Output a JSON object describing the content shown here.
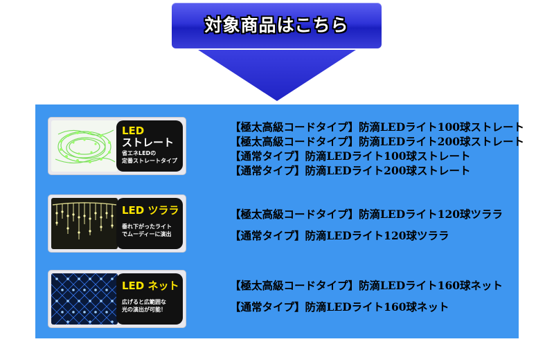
{
  "header": {
    "title": "対象商品はこちら"
  },
  "groups": [
    {
      "thumb": {
        "title_led": "LED",
        "title_rest": "ストレート",
        "subtitle_line1": "省エネLEDの",
        "subtitle_line2": "定番ストレートタイプ",
        "photo": "green-straight-led-coil"
      },
      "links": [
        "【極太高級コードタイプ】防滴LEDライト100球ストレート",
        "【極太高級コードタイプ】防滴LEDライト200球ストレート",
        "【通常タイプ】防滴LEDライト100球ストレート",
        "【通常タイプ】防滴LEDライト200球ストレート"
      ]
    },
    {
      "thumb": {
        "title_led": "LED",
        "title_rest": "ツララ",
        "subtitle_line1": "垂れ下がったライト",
        "subtitle_line2": "でムーディーに演出",
        "photo": "icicle-led-strands"
      },
      "links": [
        "【極太高級コードタイプ】防滴LEDライト120球ツララ",
        "【通常タイプ】防滴LEDライト120球ツララ"
      ]
    },
    {
      "thumb": {
        "title_led": "LED",
        "title_rest": "ネット",
        "subtitle_line1": "広げると広範囲な",
        "subtitle_line2": "光の演出が可能！",
        "photo": "blue-net-led"
      },
      "links": [
        "【極太高級コードタイプ】防滴LEDライト160球ネット",
        "【通常タイプ】防滴LEDライト160球ネット"
      ]
    }
  ],
  "colors": {
    "panel": "#3e96f0",
    "header_gradient_top": "#5a5ef0",
    "header_gradient_bottom": "#1a1fbf",
    "arrow": "#2a2fd0",
    "led_accent": "#ffe600"
  }
}
